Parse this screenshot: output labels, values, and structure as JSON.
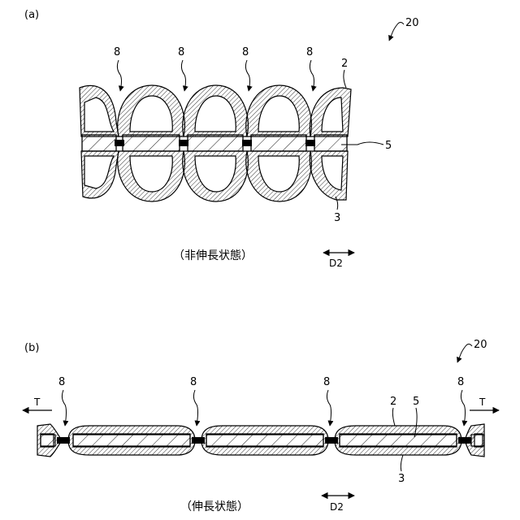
{
  "panel_a": {
    "panel_label": "(a)",
    "ref_main": "20",
    "ref_pinch": "8",
    "ref_upper": "2",
    "ref_band": "5",
    "ref_lower": "3",
    "direction": "D2",
    "caption": "（非伸長状態）"
  },
  "panel_b": {
    "panel_label": "(b)",
    "ref_main": "20",
    "ref_pinch": "8",
    "ref_upper": "2",
    "ref_band": "5",
    "ref_lower": "3",
    "tension_left": "T",
    "tension_right": "T",
    "direction": "D2",
    "caption": "（伸長状態）"
  }
}
